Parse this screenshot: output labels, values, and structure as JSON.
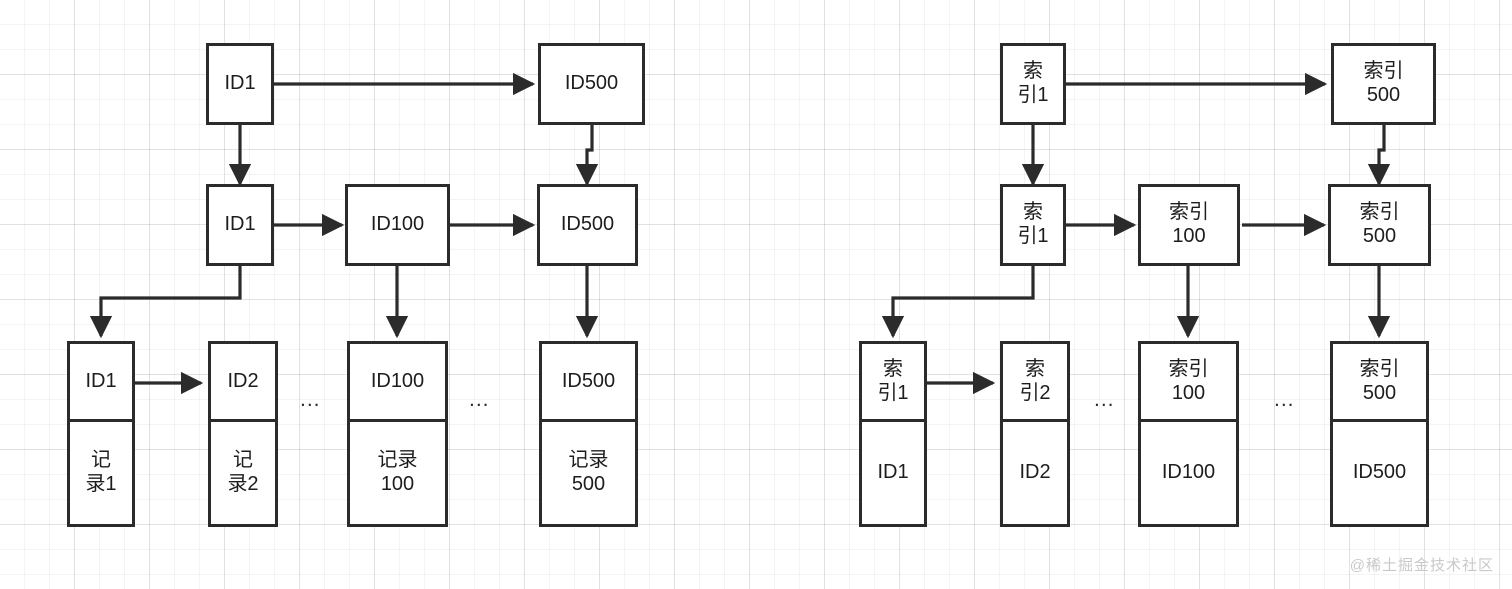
{
  "diagram": {
    "title": "InnoDB clustered index vs secondary index B+Tree comparison",
    "background": "#ffffff",
    "grid_color": "#f0f0f0",
    "stroke_color": "#2b2b2b",
    "text_color": "#1d1d1d",
    "ellipsis_glyph": "...",
    "watermark": "@稀土掘金技术社区"
  },
  "left_tree": {
    "name": "clustered-index-tree",
    "root_row": [
      {
        "id": "left-root-id1",
        "label": "ID1"
      },
      {
        "id": "left-root-id500",
        "label": "ID500"
      }
    ],
    "middle_row": [
      {
        "id": "left-mid-id1",
        "label": "ID1"
      },
      {
        "id": "left-mid-id100",
        "label": "ID100"
      },
      {
        "id": "left-mid-id500",
        "label": "ID500"
      }
    ],
    "leaf_row": [
      {
        "id": "left-leaf-1",
        "key": "ID1",
        "value": "记\n录1"
      },
      {
        "id": "left-leaf-2",
        "key": "ID2",
        "value": "记\n录2"
      },
      {
        "id": "left-leaf-100",
        "key": "ID100",
        "value": "记录\n100"
      },
      {
        "id": "left-leaf-500",
        "key": "ID500",
        "value": "记录\n500"
      }
    ],
    "ellipses": [
      "...",
      "..."
    ]
  },
  "right_tree": {
    "name": "secondary-index-tree",
    "root_row": [
      {
        "id": "right-root-idx1",
        "label": "索\n引1"
      },
      {
        "id": "right-root-idx500",
        "label": "索引\n500"
      }
    ],
    "middle_row": [
      {
        "id": "right-mid-idx1",
        "label": "索\n引1"
      },
      {
        "id": "right-mid-idx100",
        "label": "索引\n100"
      },
      {
        "id": "right-mid-idx500",
        "label": "索引\n500"
      }
    ],
    "leaf_row": [
      {
        "id": "right-leaf-1",
        "key": "索\n引1",
        "value": "ID1"
      },
      {
        "id": "right-leaf-2",
        "key": "索\n引2",
        "value": "ID2"
      },
      {
        "id": "right-leaf-100",
        "key": "索引\n100",
        "value": "ID100"
      },
      {
        "id": "right-leaf-500",
        "key": "索引\n500",
        "value": "ID500"
      }
    ],
    "ellipses": [
      "...",
      "..."
    ]
  }
}
